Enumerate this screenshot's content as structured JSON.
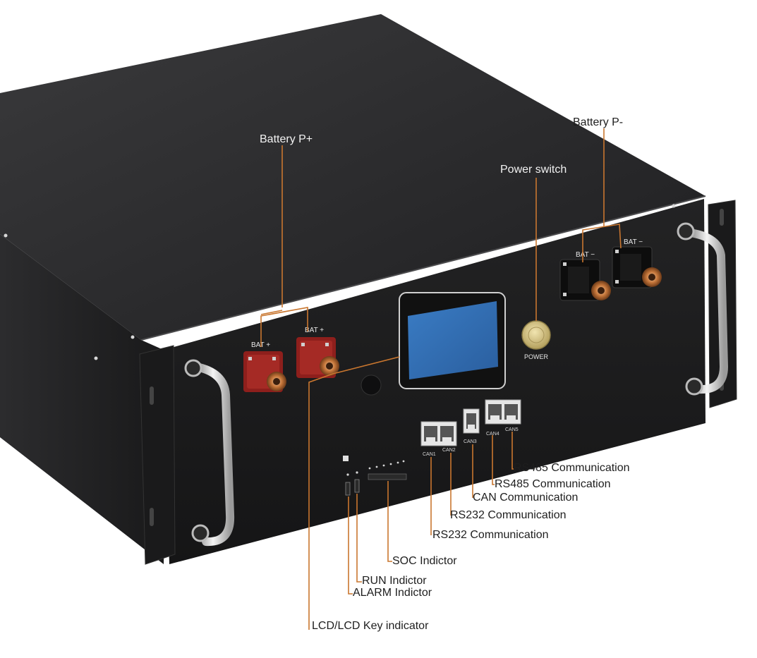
{
  "callouts": {
    "battery_pos": "Battery P+",
    "battery_neg": "Battery P-",
    "power_switch": "Power switch",
    "rs485_a": "RS485 Communication",
    "rs485_b": "RS485 Communication",
    "can": "CAN Communication",
    "rs232_a": "RS232 Communication",
    "rs232_b": "RS232 Communication",
    "soc": "SOC Indictor",
    "run": "RUN Indictor",
    "alarm": "ALARM Indictor",
    "lcd": "LCD/LCD Key indicator"
  },
  "panel_labels": {
    "bat_pos_1": "BAT +",
    "bat_pos_2": "BAT +",
    "bat_neg_1": "BAT −",
    "bat_neg_2": "BAT −",
    "power": "POWER",
    "can1": "CAN1",
    "can2": "CAN2",
    "can3": "CAN3",
    "can4": "CAN4",
    "can5": "CAN5"
  },
  "colors": {
    "body": "#1c1c1d",
    "lid": "#2a2a2b",
    "leader": "#c9762f",
    "terminal_red": "#8e1f1c",
    "copper": "#c5763a",
    "lcd_blue": "#2f6fb6",
    "power_button": "#d9c98a"
  }
}
